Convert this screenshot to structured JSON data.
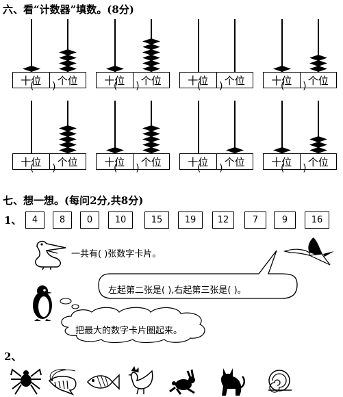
{
  "section6": {
    "title": "六、看“计数器”填数。(8分)",
    "tens_label": "十位",
    "ones_label": "个位",
    "blank": "(      )",
    "counters": [
      {
        "tens": 1,
        "ones": 4
      },
      {
        "tens": 1,
        "ones": 6
      },
      {
        "tens": 0,
        "ones": 0
      },
      {
        "tens": 1,
        "ones": 3
      },
      {
        "tens": 0,
        "ones": 5
      },
      {
        "tens": 1,
        "ones": 5
      },
      {
        "tens": 0,
        "ones": 1
      },
      {
        "tens": 1,
        "ones": 3
      }
    ]
  },
  "section7": {
    "title": "七、想一想。(每问2分,共8分)",
    "q1_label": "1、",
    "cards": [
      "4",
      "8",
      "0",
      "10",
      "15",
      "19",
      "12",
      "7",
      "9",
      "16"
    ],
    "pelican_text": "一共有(   )张数字卡片。",
    "bubble_position_text": "左起第二张是(      ),右起第三张是(      )。",
    "bubble_circle_text": "把最大的数字卡片圈起来。",
    "q2_label": "2、",
    "animal_icons": [
      "spider-icon",
      "shrimp-icon",
      "fish-icon",
      "rooster-icon",
      "rabbit-icon",
      "cat-icon",
      "snail-icon"
    ]
  }
}
